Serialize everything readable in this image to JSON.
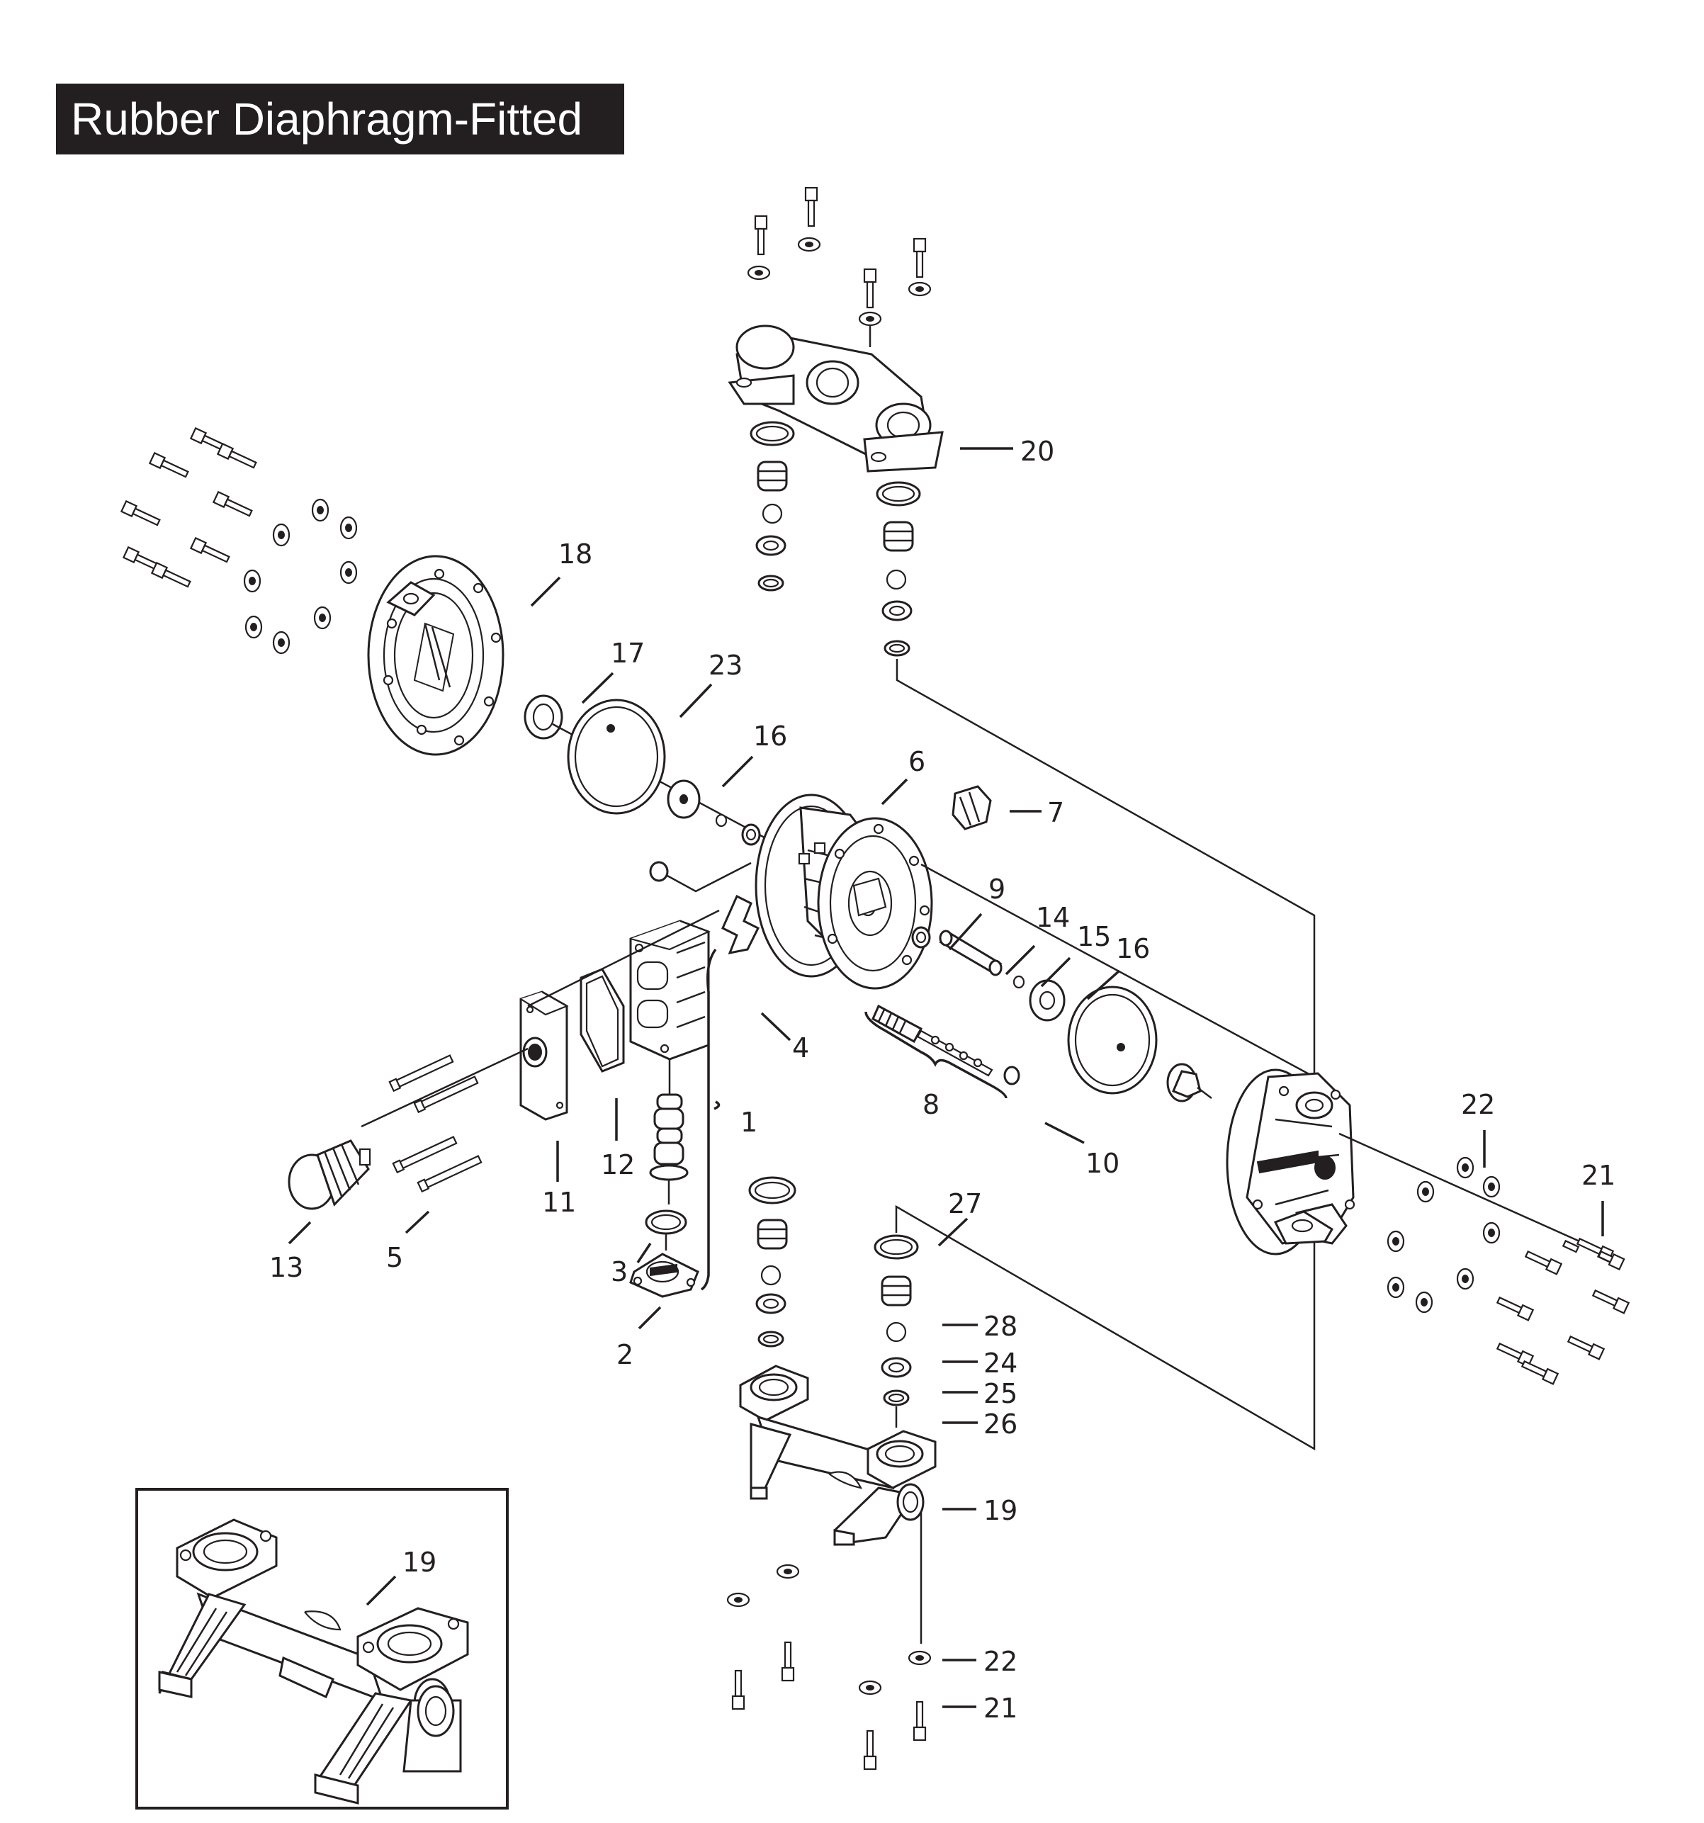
{
  "title": "Rubber Diaphragm-Fitted",
  "callouts": [
    {
      "id": "c20",
      "label": "20"
    },
    {
      "id": "c18",
      "label": "18"
    },
    {
      "id": "c17",
      "label": "17"
    },
    {
      "id": "c23",
      "label": "23"
    },
    {
      "id": "c16a",
      "label": "16"
    },
    {
      "id": "c6",
      "label": "6"
    },
    {
      "id": "c7",
      "label": "7"
    },
    {
      "id": "c9",
      "label": "9"
    },
    {
      "id": "c14",
      "label": "14"
    },
    {
      "id": "c15",
      "label": "15"
    },
    {
      "id": "c16b",
      "label": "16"
    },
    {
      "id": "c4",
      "label": "4"
    },
    {
      "id": "c8",
      "label": "8"
    },
    {
      "id": "c10",
      "label": "10"
    },
    {
      "id": "c1",
      "label": "1"
    },
    {
      "id": "c12",
      "label": "12"
    },
    {
      "id": "c11",
      "label": "11"
    },
    {
      "id": "c13",
      "label": "13"
    },
    {
      "id": "c5",
      "label": "5"
    },
    {
      "id": "c3",
      "label": "3"
    },
    {
      "id": "c2",
      "label": "2"
    },
    {
      "id": "c22a",
      "label": "22"
    },
    {
      "id": "c21a",
      "label": "21"
    },
    {
      "id": "c27",
      "label": "27"
    },
    {
      "id": "c28",
      "label": "28"
    },
    {
      "id": "c24",
      "label": "24"
    },
    {
      "id": "c25",
      "label": "25"
    },
    {
      "id": "c26",
      "label": "26"
    },
    {
      "id": "c19a",
      "label": "19"
    },
    {
      "id": "c22b",
      "label": "22"
    },
    {
      "id": "c21b",
      "label": "21"
    },
    {
      "id": "c19b",
      "label": "19"
    }
  ]
}
